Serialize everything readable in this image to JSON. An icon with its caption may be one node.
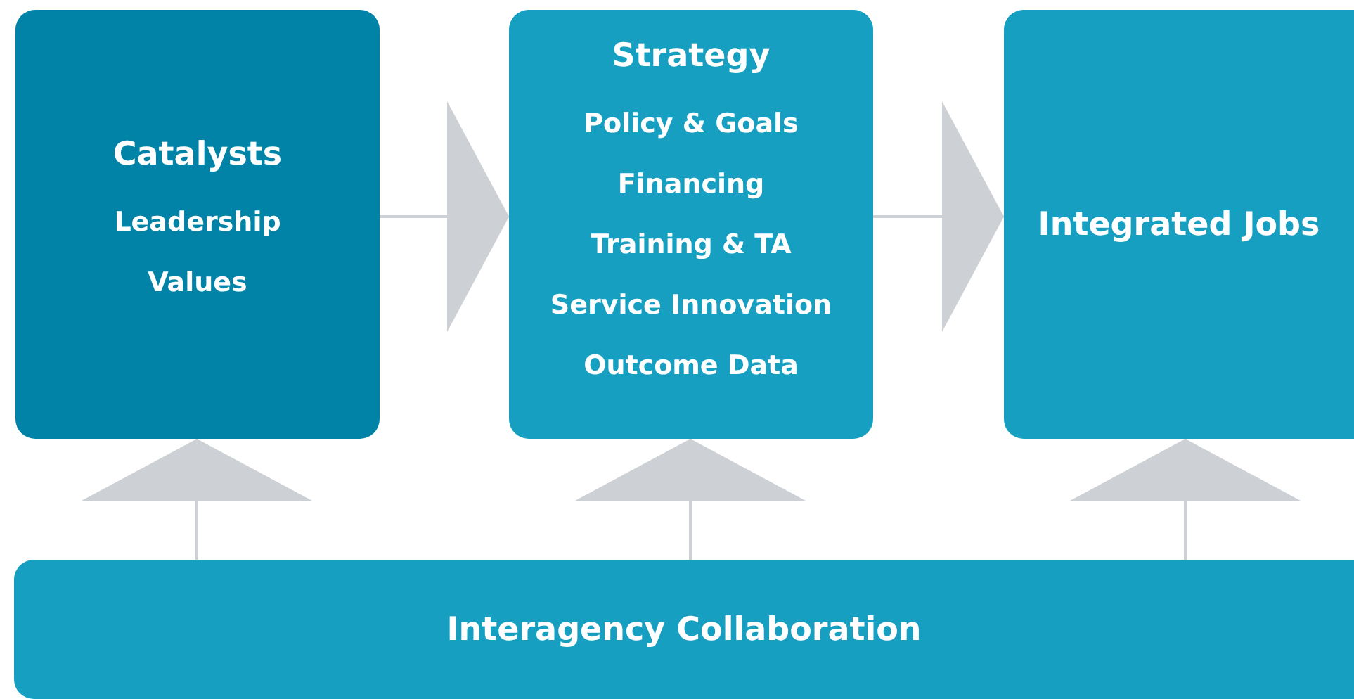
{
  "diagram": {
    "nodes": [
      {
        "text": [
          "Catalysts",
          "Leadership",
          "Values"
        ]
      },
      {
        "text": [
          "Strategy",
          "Policy & Goals",
          "Financing",
          "Training & TA",
          "Service Innovation",
          "Outcome Data"
        ]
      },
      {
        "text": [
          "Integrated Jobs"
        ]
      },
      {
        "text": [
          "Interagency Collaboration"
        ]
      }
    ],
    "edges": [
      {
        "from": 0,
        "to": 1,
        "arrow": "to"
      },
      {
        "from": 1,
        "to": 2,
        "arrow": "to"
      },
      {
        "from": 3,
        "to": 0,
        "arrow": "to"
      },
      {
        "from": 3,
        "to": 1,
        "arrow": "to"
      },
      {
        "from": 3,
        "to": 2,
        "arrow": "to"
      }
    ]
  }
}
